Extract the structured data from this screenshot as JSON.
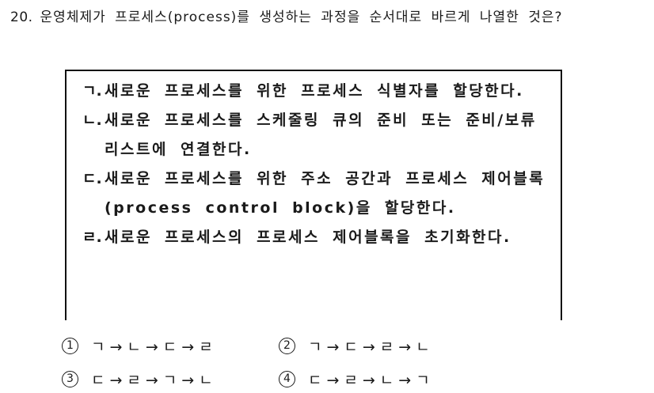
{
  "question": {
    "number": "20.",
    "text": "운영체제가 프로세스(process)를 생성하는 과정을 순서대로 바르게 나열한 것은?"
  },
  "box": {
    "items": [
      {
        "marker": "ㄱ.",
        "text": "새로운 프로세스를 위한 프로세스 식별자를 할당한다."
      },
      {
        "marker": "ㄴ.",
        "text": "새로운 프로세스를 스케줄링 큐의 준비 또는 준비/보류 리스트에 연결한다."
      },
      {
        "marker": "ㄷ.",
        "text": "새로운 프로세스를 위한 주소 공간과 프로세스 제어블록 (process control block)을 할당한다."
      },
      {
        "marker": "ㄹ.",
        "text": "새로운 프로세스의 프로세스 제어블록을 초기화한다."
      }
    ]
  },
  "choices": [
    {
      "number": "1",
      "sequence": "ㄱ→ㄴ→ㄷ→ㄹ"
    },
    {
      "number": "2",
      "sequence": "ㄱ→ㄷ→ㄹ→ㄴ"
    },
    {
      "number": "3",
      "sequence": "ㄷ→ㄹ→ㄱ→ㄴ"
    },
    {
      "number": "4",
      "sequence": "ㄷ→ㄹ→ㄴ→ㄱ"
    }
  ],
  "colors": {
    "ink": "#1a1a1a",
    "paper": "#ffffff",
    "box_border": "#111111"
  }
}
